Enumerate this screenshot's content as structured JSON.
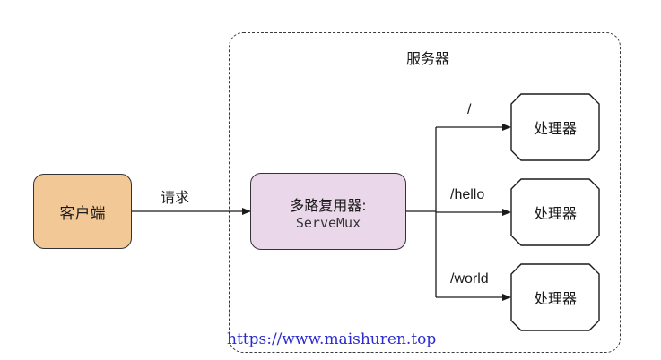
{
  "server": {
    "title": "服务器"
  },
  "client": {
    "label": "客户端"
  },
  "request": {
    "label": "请求"
  },
  "mux": {
    "title": "多路复用器:",
    "subtitle": "ServeMux"
  },
  "routes": [
    {
      "path": "/",
      "handler": "处理器"
    },
    {
      "path": "/hello",
      "handler": "处理器"
    },
    {
      "path": "/world",
      "handler": "处理器"
    }
  ],
  "watermark": "https://www.maishuren.top",
  "colors": {
    "client_fill": "#f2c896",
    "mux_fill": "#ead7ea",
    "line": "#1a1a1a",
    "watermark": "#2b2bd0"
  }
}
